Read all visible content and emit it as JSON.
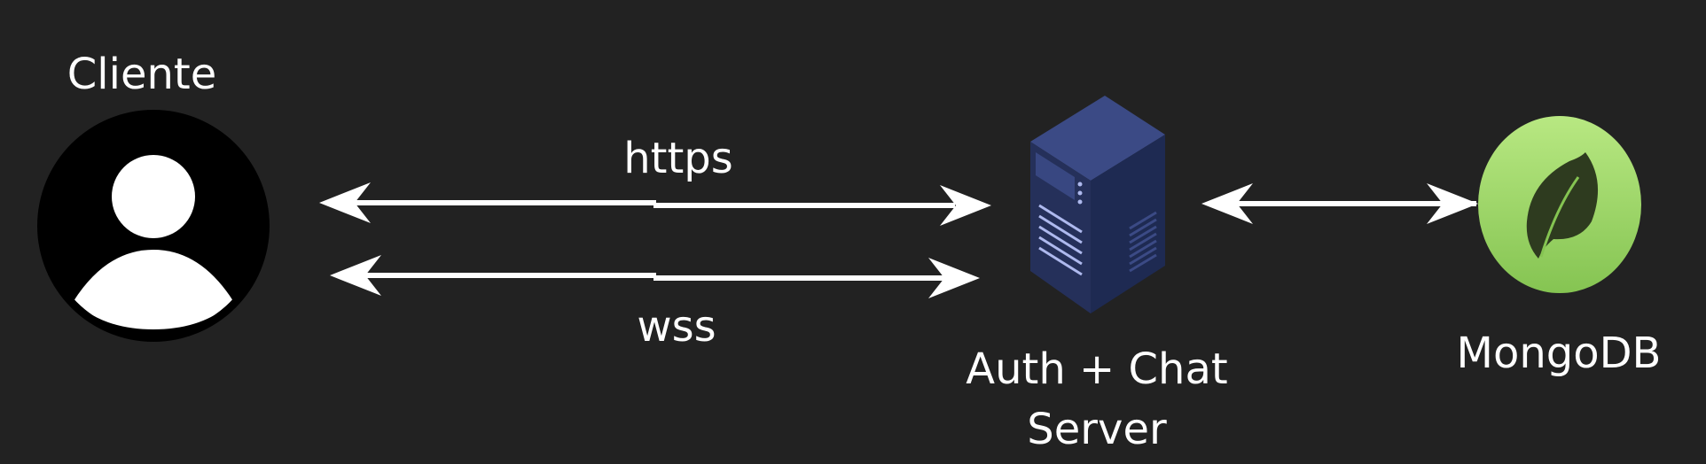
{
  "nodes": {
    "client": {
      "label": "Cliente",
      "icon": "user-icon"
    },
    "server": {
      "label_line1": "Auth + Chat",
      "label_line2": "Server",
      "icon": "server-rack-icon"
    },
    "database": {
      "label": "MongoDB",
      "icon": "mongodb-leaf-icon"
    }
  },
  "edges": {
    "https": {
      "label": "https"
    },
    "wss": {
      "label": "wss"
    }
  },
  "colors": {
    "background": "#222222",
    "foreground": "#ffffff",
    "server_front": "#25305a",
    "server_side": "#1e2a52",
    "server_top": "#3b4a85",
    "server_lights": "#aeb9ee",
    "mongo_green_light": "#b8e882",
    "mongo_green_dark": "#85c452",
    "mongo_leaf": "#2e3b1f"
  }
}
